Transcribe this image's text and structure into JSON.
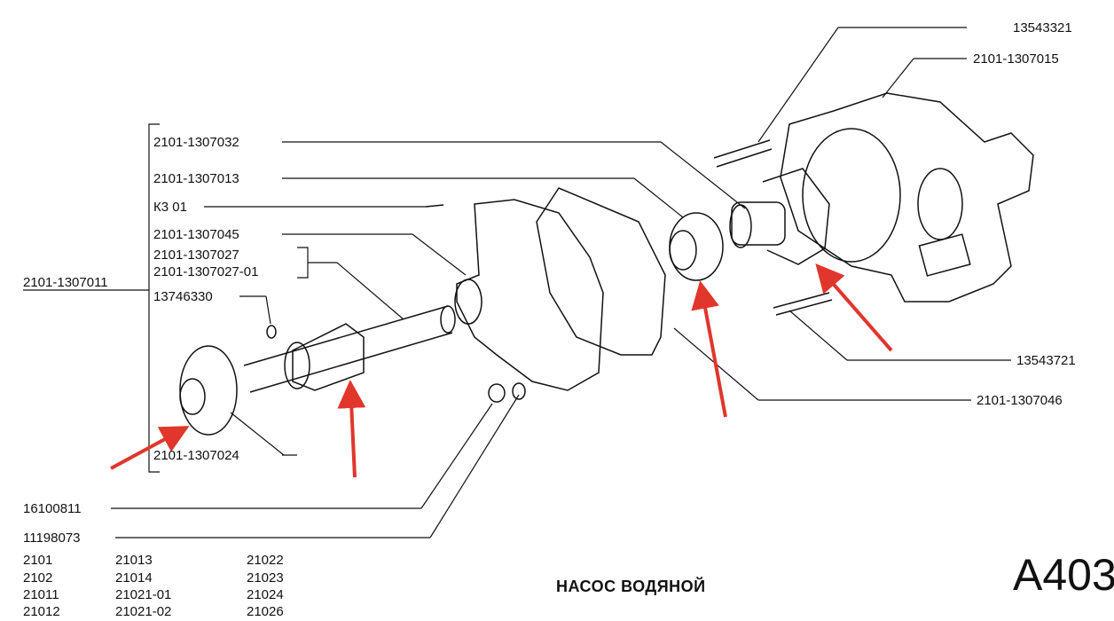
{
  "parts": {
    "p13543321": "13543321",
    "p2101_1307015": "2101-1307015",
    "p2101_1307032": "2101-1307032",
    "p2101_1307013": "2101-1307013",
    "pK3_01": "К3 01",
    "p2101_1307045": "2101-1307045",
    "p2101_1307027": "2101-1307027",
    "p2101_1307027_01": "2101-1307027-01",
    "p2101_1307011": "2101-1307011",
    "p13746330": "13746330",
    "p2101_1307024": "2101-1307024",
    "p13543721": "13543721",
    "p2101_1307046": "2101-1307046",
    "p16100811": "16100811",
    "p11198073": "11198073"
  },
  "models": {
    "col1": [
      "2101",
      "2102",
      "21011",
      "21012"
    ],
    "col2": [
      "21013",
      "21014",
      "21021-01",
      "21021-02"
    ],
    "col3": [
      "21022",
      "21023",
      "21024",
      "21026"
    ]
  },
  "caption": "НАСОС ВОДЯНОЙ",
  "sheet_code": "А403",
  "colors": {
    "ink": "#111111",
    "arrow": "#e0362c"
  }
}
